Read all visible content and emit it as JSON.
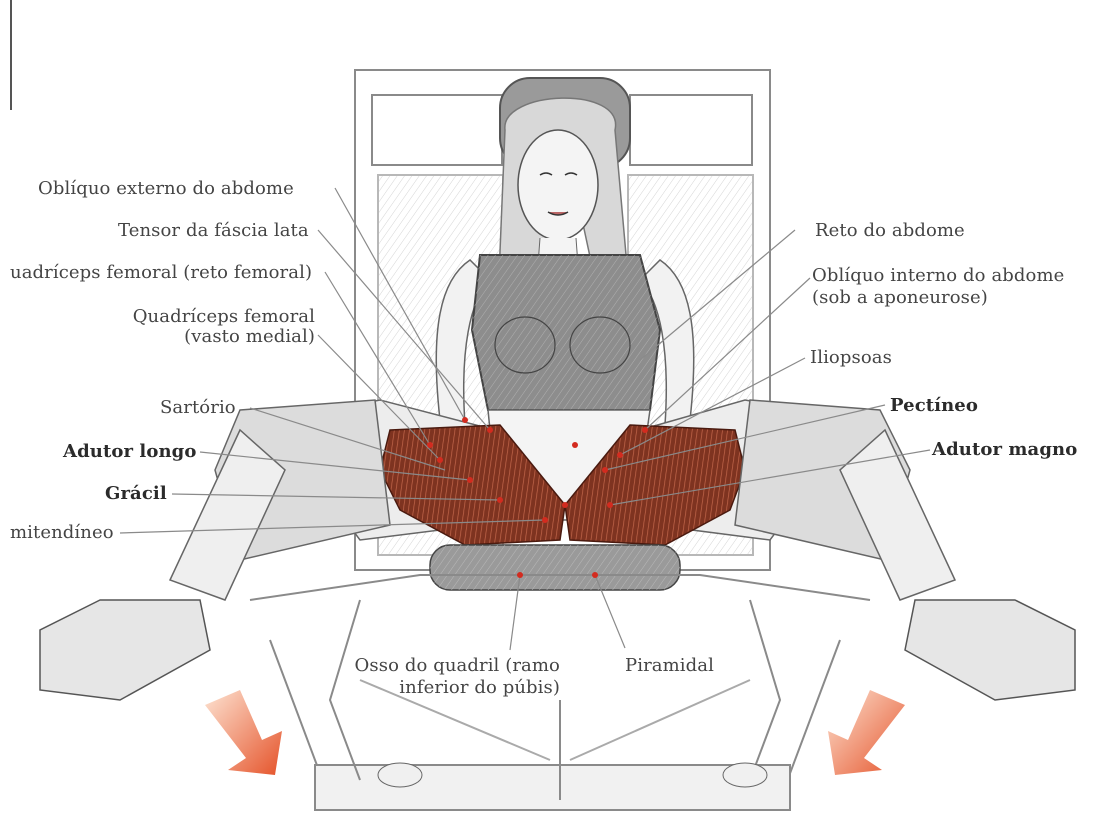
{
  "labels": {
    "obliquo_externo": "Oblíquo externo do abdome",
    "tensor_fascia": "Tensor da fáscia lata",
    "quadriceps_reto": "uadríceps femoral (reto femoral)",
    "quadriceps_vasto_1": "Quadríceps femoral",
    "quadriceps_vasto_2": "(vasto medial)",
    "sartorio": "Sartório",
    "adutor_longo": "Adutor longo",
    "gracil": "Grácil",
    "semitendineo": "mitendíneo",
    "reto_abdome": "Reto do abdome",
    "obliquo_interno_1": "Oblíquo interno do abdome",
    "obliquo_interno_2": "(sob a aponeurose)",
    "iliopsoas": "Iliopsoas",
    "pectineo": "Pectíneo",
    "adutor_magno": "Adutor magno",
    "osso_quadril_1": "Osso do quadril (ramo",
    "osso_quadril_2": "inferior do púbis)",
    "piramidal": "Piramidal"
  },
  "colors": {
    "muscle_highlight": "#8c3a22",
    "muscle_dot": "#d32b1f",
    "arrow": "#e8632f",
    "line_art": "#7a7a7a",
    "leader": "#888888"
  }
}
